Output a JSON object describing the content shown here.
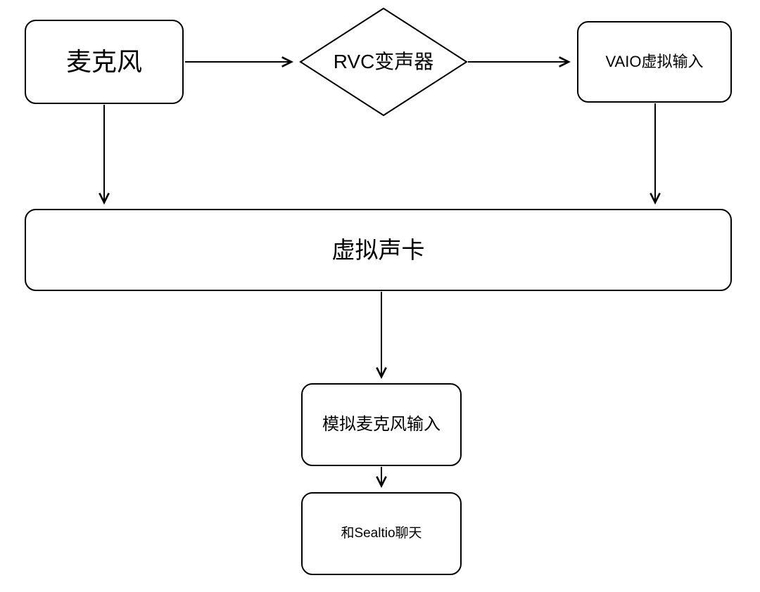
{
  "diagram": {
    "kind": "flowchart",
    "colors": {
      "stroke": "#000000",
      "fill": "#ffffff",
      "text": "#000000",
      "background": "#ffffff"
    },
    "nodes": {
      "microphone": {
        "label": "麦克风",
        "shape": "rounded-rect"
      },
      "rvc_voice_changer": {
        "label": "RVC变声器",
        "shape": "diamond"
      },
      "vaio_virtual_input": {
        "label": "VAIO虚拟输入",
        "shape": "rounded-rect"
      },
      "virtual_sound_card": {
        "label": "虚拟声卡",
        "shape": "rounded-rect"
      },
      "simulated_mic_input": {
        "label": "模拟麦克风输入",
        "shape": "rounded-rect"
      },
      "chat_with_sealtio": {
        "label": "和Sealtio聊天",
        "shape": "rounded-rect"
      }
    },
    "edges": [
      {
        "from": "microphone",
        "to": "rvc_voice_changer",
        "direction": "right"
      },
      {
        "from": "rvc_voice_changer",
        "to": "vaio_virtual_input",
        "direction": "right"
      },
      {
        "from": "microphone",
        "to": "virtual_sound_card",
        "direction": "down"
      },
      {
        "from": "vaio_virtual_input",
        "to": "virtual_sound_card",
        "direction": "down"
      },
      {
        "from": "virtual_sound_card",
        "to": "simulated_mic_input",
        "direction": "down"
      },
      {
        "from": "simulated_mic_input",
        "to": "chat_with_sealtio",
        "direction": "down"
      }
    ]
  }
}
